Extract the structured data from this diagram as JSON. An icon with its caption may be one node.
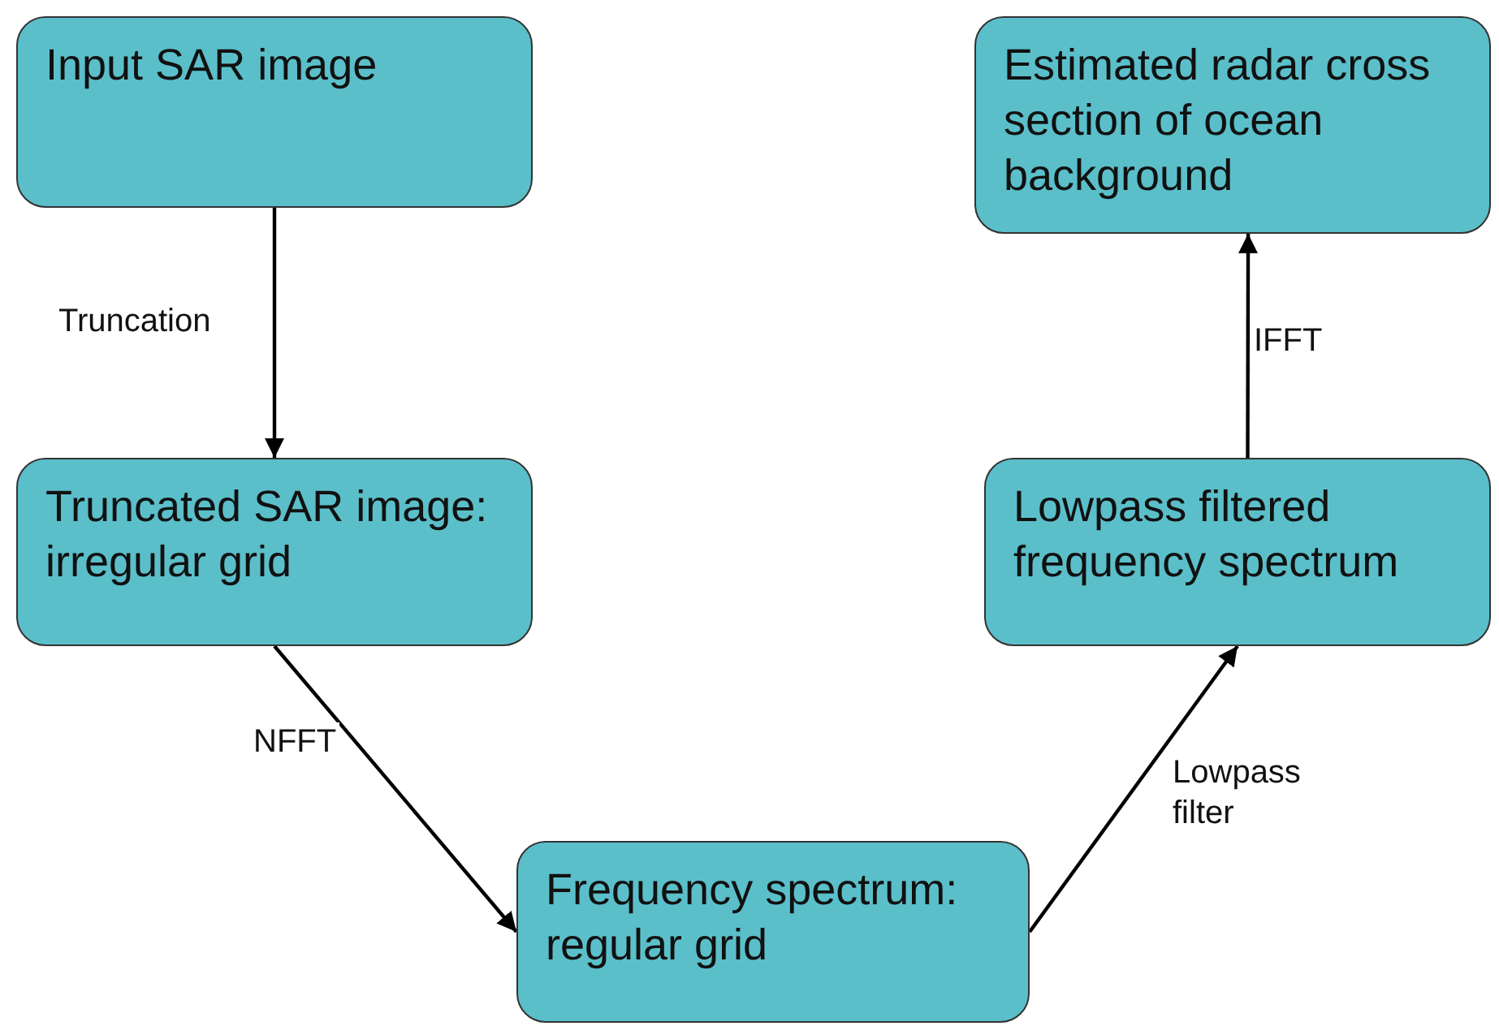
{
  "diagram": {
    "nodes": [
      {
        "text": [
          "Input SAR image"
        ]
      },
      {
        "text": [
          "Truncated SAR image: irregular grid"
        ]
      },
      {
        "text": [
          "Frequency spectrum: regular grid"
        ]
      },
      {
        "text": [
          "Lowpass filtered frequency spectrum"
        ]
      },
      {
        "text": [
          "Estimated radar cross section of ocean background"
        ]
      }
    ],
    "edges": [
      {
        "from": 0,
        "to": 1,
        "arrow": "to",
        "label": "Truncation"
      },
      {
        "from": 1,
        "to": 2,
        "arrow": "to",
        "label": "NFFT"
      },
      {
        "from": 2,
        "to": 3,
        "arrow": "to",
        "label": "Lowpass filter"
      },
      {
        "from": 3,
        "to": 4,
        "arrow": "to",
        "label": "IFFT"
      }
    ]
  }
}
